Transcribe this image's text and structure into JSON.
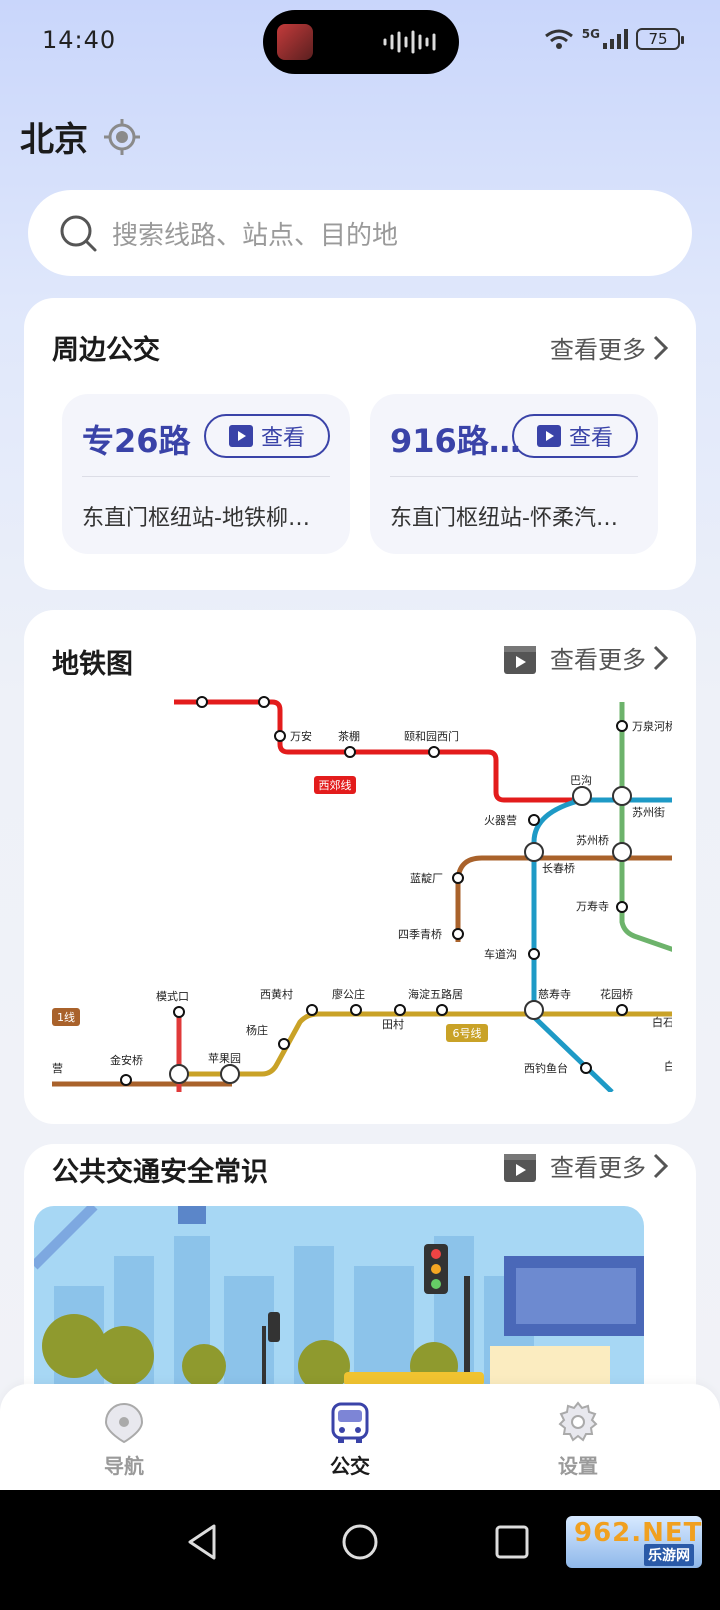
{
  "status_bar": {
    "time": "14:40",
    "network": "5G",
    "battery": "75"
  },
  "header": {
    "city": "北京"
  },
  "search": {
    "placeholder": "搜索线路、站点、目的地"
  },
  "nearby_bus": {
    "title": "周边公交",
    "more_label": "查看更多",
    "routes": [
      {
        "name": "专26路",
        "view_label": "查看",
        "route": "东直门枢纽站-地铁柳…"
      },
      {
        "name": "916路…",
        "view_label": "查看",
        "route": "东直门枢纽站-怀柔汽…"
      }
    ]
  },
  "metro": {
    "title": "地铁图",
    "more_label": "查看更多",
    "line_labels": {
      "xijiao": "西郊线",
      "line6": "6号线",
      "line11": "1线"
    },
    "stations": {
      "wanan": "万安",
      "chapeng": "茶棚",
      "yiheyuan": "颐和园西门",
      "bagou": "巴沟",
      "wanquanhe": "万泉河桥",
      "suzhoujie": "苏州街",
      "huoqiying": "火器营",
      "suzhouqiao": "苏州桥",
      "changchunqiao": "长春桥",
      "landianchang": "蓝靛厂",
      "wanshousi": "万寿寺",
      "sijiqingqiao": "四季青桥",
      "chedaogou": "车道沟",
      "moshikou": "模式口",
      "xihuangcun": "西黄村",
      "liaogongzhuang": "廖公庄",
      "haidianwulu": "海淀五路居",
      "cishousi": "慈寿寺",
      "huayuanqiao": "花园桥",
      "baishi": "白石",
      "yangzhuang": "杨庄",
      "tiancun": "田村",
      "jinanqiao": "金安桥",
      "pingguoyuan": "苹果园",
      "xidiaoyutai": "西钓鱼台",
      "bai": "白",
      "ying": "营"
    }
  },
  "safety": {
    "title": "公共交通安全常识",
    "more_label": "查看更多"
  },
  "bottom_nav": [
    {
      "label": "导航",
      "icon": "navigation-pin-icon",
      "active": false
    },
    {
      "label": "公交",
      "icon": "bus-icon",
      "active": true
    },
    {
      "label": "设置",
      "icon": "gear-icon",
      "active": false
    }
  ],
  "watermark": {
    "top": "962.NET",
    "bottom": "乐游网"
  },
  "colors": {
    "accent": "#3a43a8",
    "xijiao_line": "#e31c1c",
    "line10": "#1e9ac6",
    "line6": "#c9a227",
    "line1": "#a9622b",
    "line_green": "#6db36b"
  }
}
